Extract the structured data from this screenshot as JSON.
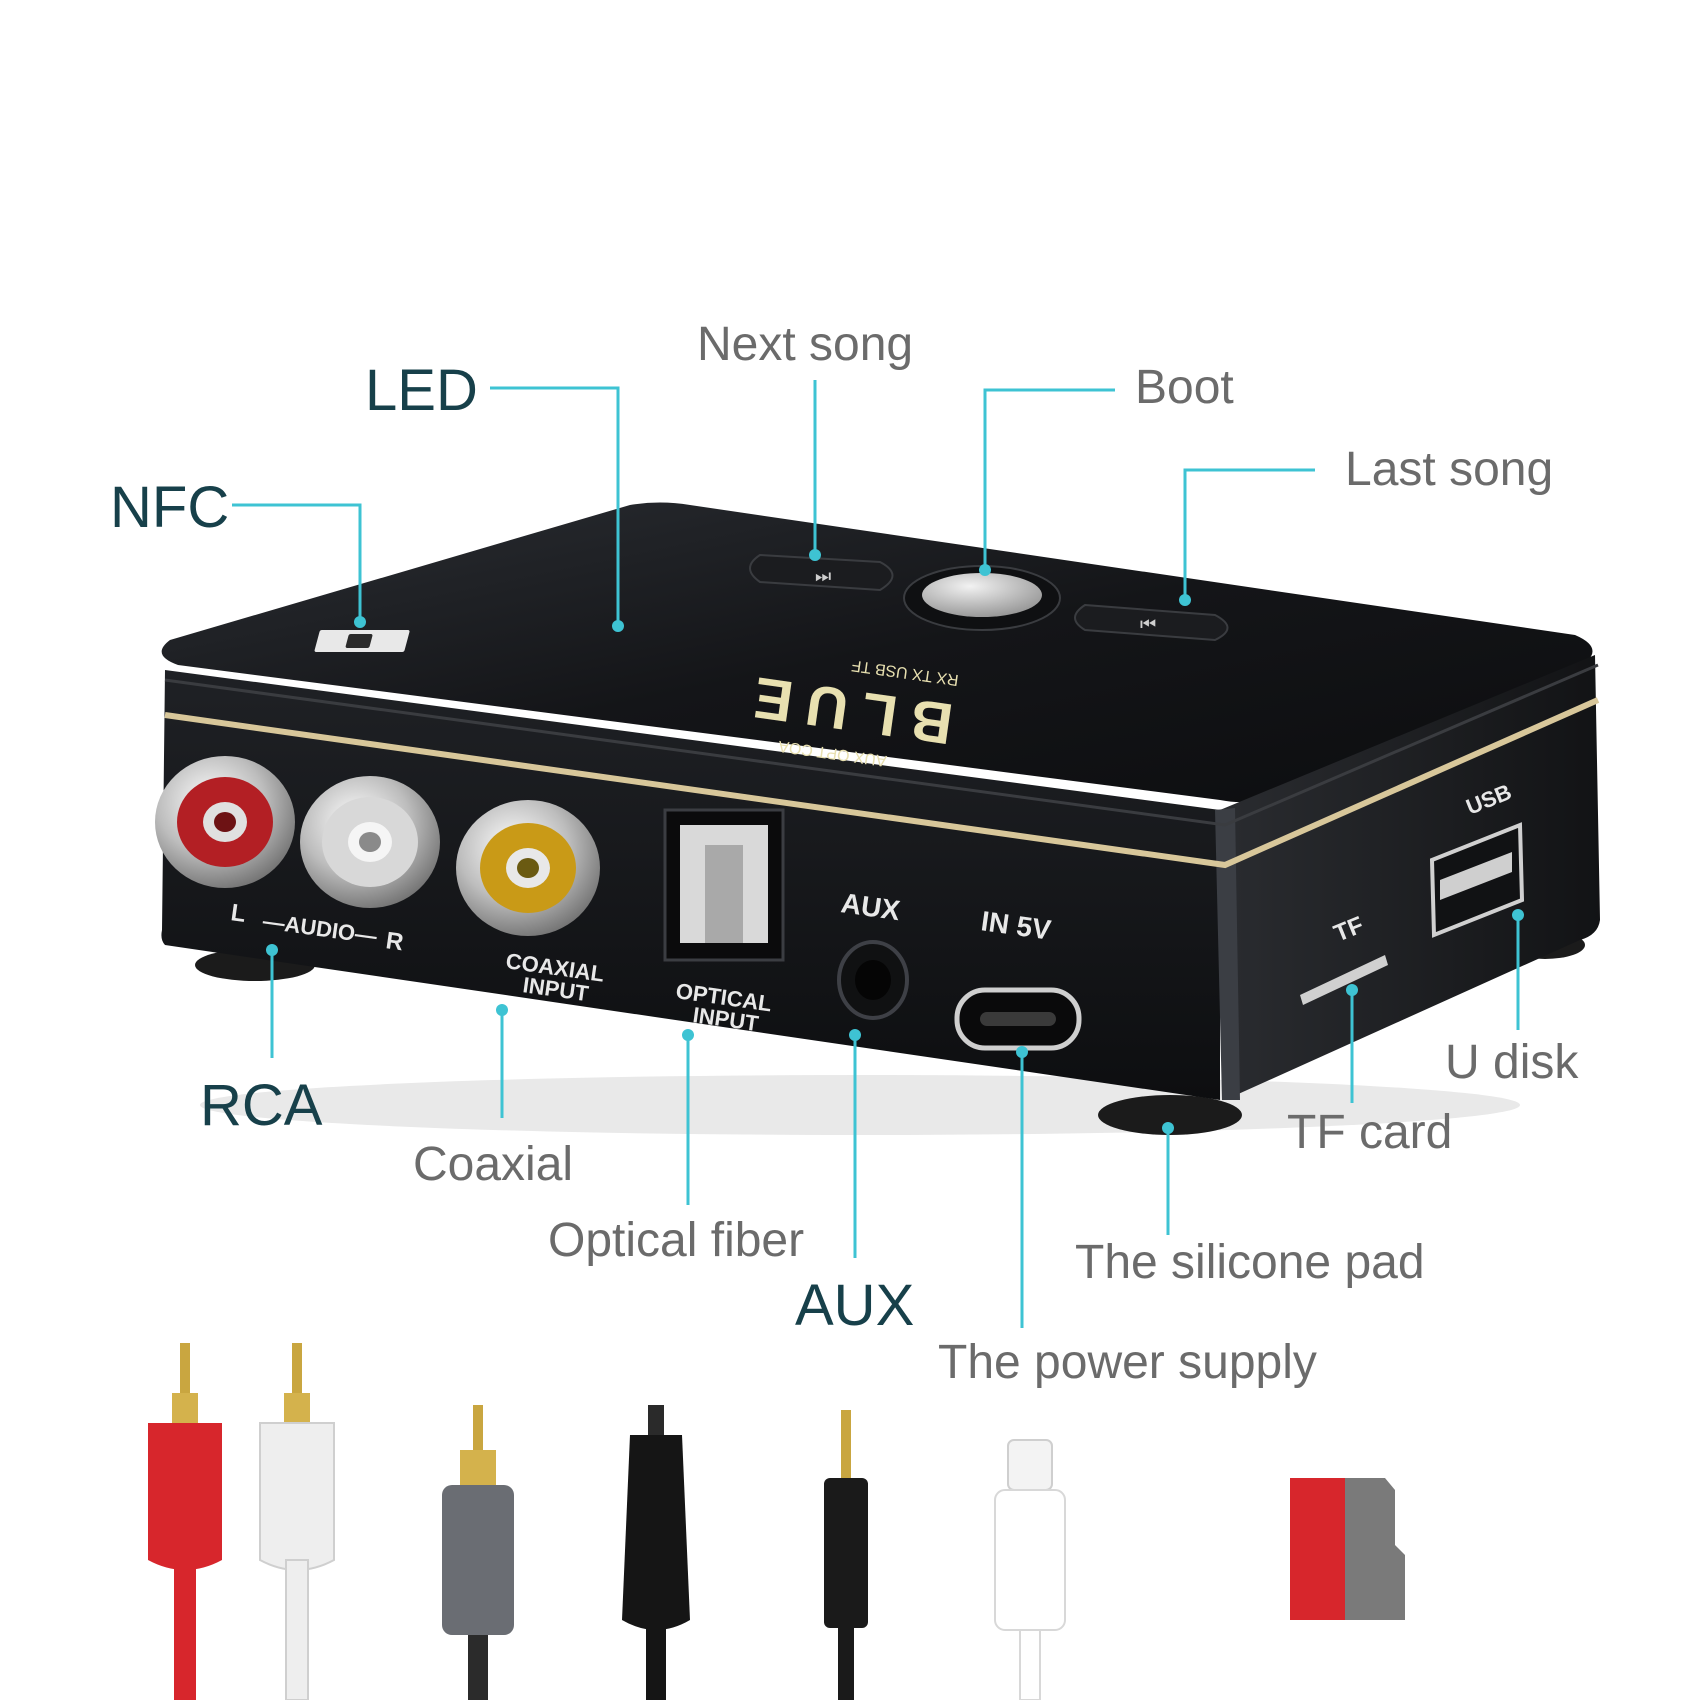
{
  "colors": {
    "accent": "#3ec3d3",
    "label_dark": "#17404a",
    "label_gray": "#6b6b6b",
    "device_body": "#181a1d",
    "gold_trim": "#d8c79a",
    "rca_red": "#d32f2f",
    "rca_white": "#e6e6e6",
    "rca_yellow": "#d4a51c"
  },
  "callouts": {
    "nfc": "NFC",
    "led": "LED",
    "next_song": "Next song",
    "boot": "Boot",
    "last_song": "Last song",
    "rca": "RCA",
    "coaxial": "Coaxial",
    "optical_fiber": "Optical fiber",
    "aux": "AUX",
    "power_supply": "The power supply",
    "silicone_pad": "The silicone pad",
    "tf_card": "TF card",
    "u_disk": "U disk"
  },
  "device_print": {
    "audio_l": "L",
    "audio_label": "—AUDIO—",
    "audio_r": "R",
    "coaxial_input_1": "COAXIAL",
    "coaxial_input_2": "INPUT",
    "optical_input_1": "OPTICAL",
    "optical_input_2": "INPUT",
    "aux": "AUX",
    "in_5v": "IN 5V",
    "tf": "TF",
    "usb": "USB",
    "display_mode_1": "RX   TX   USB   TF",
    "display_mode_2": "AUX   OPT   COA",
    "display_digits": "BLUE"
  },
  "icons": [
    "nfc-icon",
    "next-track-icon",
    "prev-track-icon",
    "power-button-icon"
  ],
  "accessories": [
    "rca-red-plug",
    "rca-white-plug",
    "coaxial-plug",
    "optical-plug",
    "aux-plug",
    "usb-c-plug",
    "tf-card"
  ]
}
